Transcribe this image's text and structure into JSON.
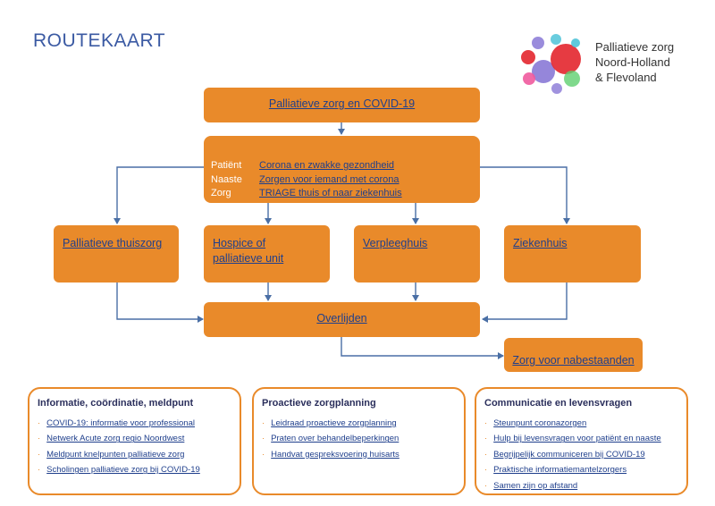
{
  "title": "ROUTEKAART",
  "logo": {
    "line1": "Palliatieve zorg",
    "line2": "Noord-Holland",
    "line3": "& Flevoland",
    "colors": [
      "#e3262e",
      "#8f7fd8",
      "#5fcf6f",
      "#f3a51d",
      "#4fc3d8",
      "#ef5a9d",
      "#f4e26b"
    ]
  },
  "flow": {
    "top": "Palliatieve zorg en COVID-19",
    "rows": [
      {
        "label": "Patiënt",
        "link": "Corona en zwakke gezondheid"
      },
      {
        "label": "Naaste",
        "link": "Zorgen voor iemand met corona"
      },
      {
        "label": "Zorg",
        "link": "TRIAGE thuis of naar ziekenhuis"
      }
    ],
    "settings": [
      "Palliatieve thuiszorg",
      "Hospice of palliatieve unit",
      "Verpleeghuis",
      "Ziekenhuis"
    ],
    "death": "Overlijden",
    "bereaved": "Zorg voor nabestaanden"
  },
  "panels": [
    {
      "title": "Informatie, coördinatie, meldpunt",
      "items": [
        "COVID-19: informatie voor professional",
        "Netwerk Acute zorg regio Noordwest",
        "Meldpunt knelpunten palliatieve zorg",
        "Scholingen palliatieve zorg bij COVID-19"
      ]
    },
    {
      "title": "Proactieve zorgplanning",
      "items": [
        "Leidraad proactieve zorgplanning",
        "Praten over behandelbeperkingen",
        "Handvat gespreksvoering huisarts"
      ]
    },
    {
      "title": "Communicatie en levensvragen",
      "items": [
        "Steunpunt coronazorgen",
        "Hulp bij levensvragen voor patiënt en naaste",
        "Begrijpelijk communiceren bij COVID-19",
        "Praktische informatiemantelzorgers",
        "Samen zijn op afstand"
      ]
    }
  ],
  "colors": {
    "box": "#e98a2a",
    "link": "#1f3f8c",
    "connector": "#4a6fa5",
    "title": "#3b5aa3"
  }
}
